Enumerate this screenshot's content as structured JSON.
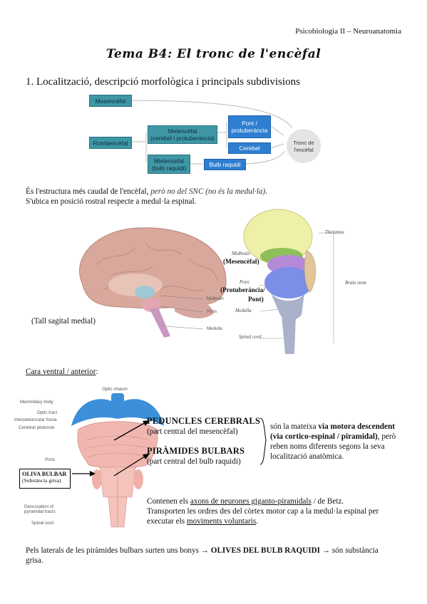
{
  "header": "Psicobiologia II – Neuroanatomia",
  "title": "Tema B4: El tronc de l'encèfal",
  "section1": "1. Localització, descripció morfològica i principals subdivisions",
  "diagram": {
    "mesencefal": "Mesencèfal",
    "rombencefal": "Rombencèfal",
    "metencefal_1": "Metencèfal",
    "metencefal_2": "(cerebel i protuberància)",
    "mielencefal_1": "Mielencèfal",
    "mielencefal_2": "(bulb raquidi)",
    "pont_1": "Pont /",
    "pont_2": "protuberància",
    "cerebel": "Cerebel",
    "bulb": "Bulb raquidi",
    "tronc_1": "Tronc de",
    "tronc_2": "l'encèfal"
  },
  "para1": {
    "a": "És l'estructura més caudal de l'encèfal, ",
    "b": "però no del SNC (no és la medul·la)",
    "c": ".",
    "line2": "S'ubica en posició rostral respecte a medul·la espinal."
  },
  "fig1": {
    "caption": "(Tall sagital medial)",
    "midbrain": "Midbrain",
    "pons": "Pons",
    "medulla": "Medulla"
  },
  "fig2": {
    "thalamus": "Thalamus",
    "midbrain": "Midbrain",
    "midbrain_ca": "(Mesencèfal)",
    "pons": "Pons",
    "pons_ca_1": "(Protuberància/",
    "pons_ca_2": "Pont)",
    "medulla": "Medulla",
    "brainstem": "Brain stem",
    "spinal": "Spinal cord"
  },
  "ventral_heading": "Cara ventral / anterior",
  "ventral_colon": ":",
  "fig3": {
    "optic_chiasm": "Optic chiasm",
    "mammillary": "Mammillary body",
    "optic_tract": "Optic tract",
    "interpeduncular": "Interpeduncular fossa",
    "cerebral_peduncle": "Cerebral peduncle",
    "pons": "Pons",
    "decussation_1": "Decussation of",
    "decussation_2": "pyramidal tracts",
    "spinal": "Spinal cord"
  },
  "peduncles": {
    "title": "PEDUNCLES CEREBRALS",
    "sub": "(part central del mesencèfal)"
  },
  "piramides": {
    "title": "PIRÀMIDES BULBARS",
    "sub": "(part central del bulb raquidi)"
  },
  "oliva": {
    "title": "OLIVA BULBAR",
    "sub": "(Substància grisa)"
  },
  "side_note": {
    "l1a": "són la mateixa ",
    "l1b": "via motora descendent",
    "l2a": "(via cortico-espinal / piramidal)",
    "l2b": ", però",
    "l3": "reben noms diferents segons la seva",
    "l4": "localització anatòmica."
  },
  "contenen": {
    "l1a": "Contenen els ",
    "l1b": "axons de neurones giganto-piramidals",
    "l1c": " / de Betz.",
    "l2": "Transporten les ordres des del còrtex motor cap a la medul·la espinal per",
    "l3a": "executar els ",
    "l3b": "moviments voluntaris",
    "l3c": "."
  },
  "final": {
    "l1a": "Pels laterals de les piràmides bulbars surten uns bonys → ",
    "l1b": "OLIVES DEL BULB RAQUIDI",
    "l1c": " → són substància",
    "l2": "grisa."
  }
}
